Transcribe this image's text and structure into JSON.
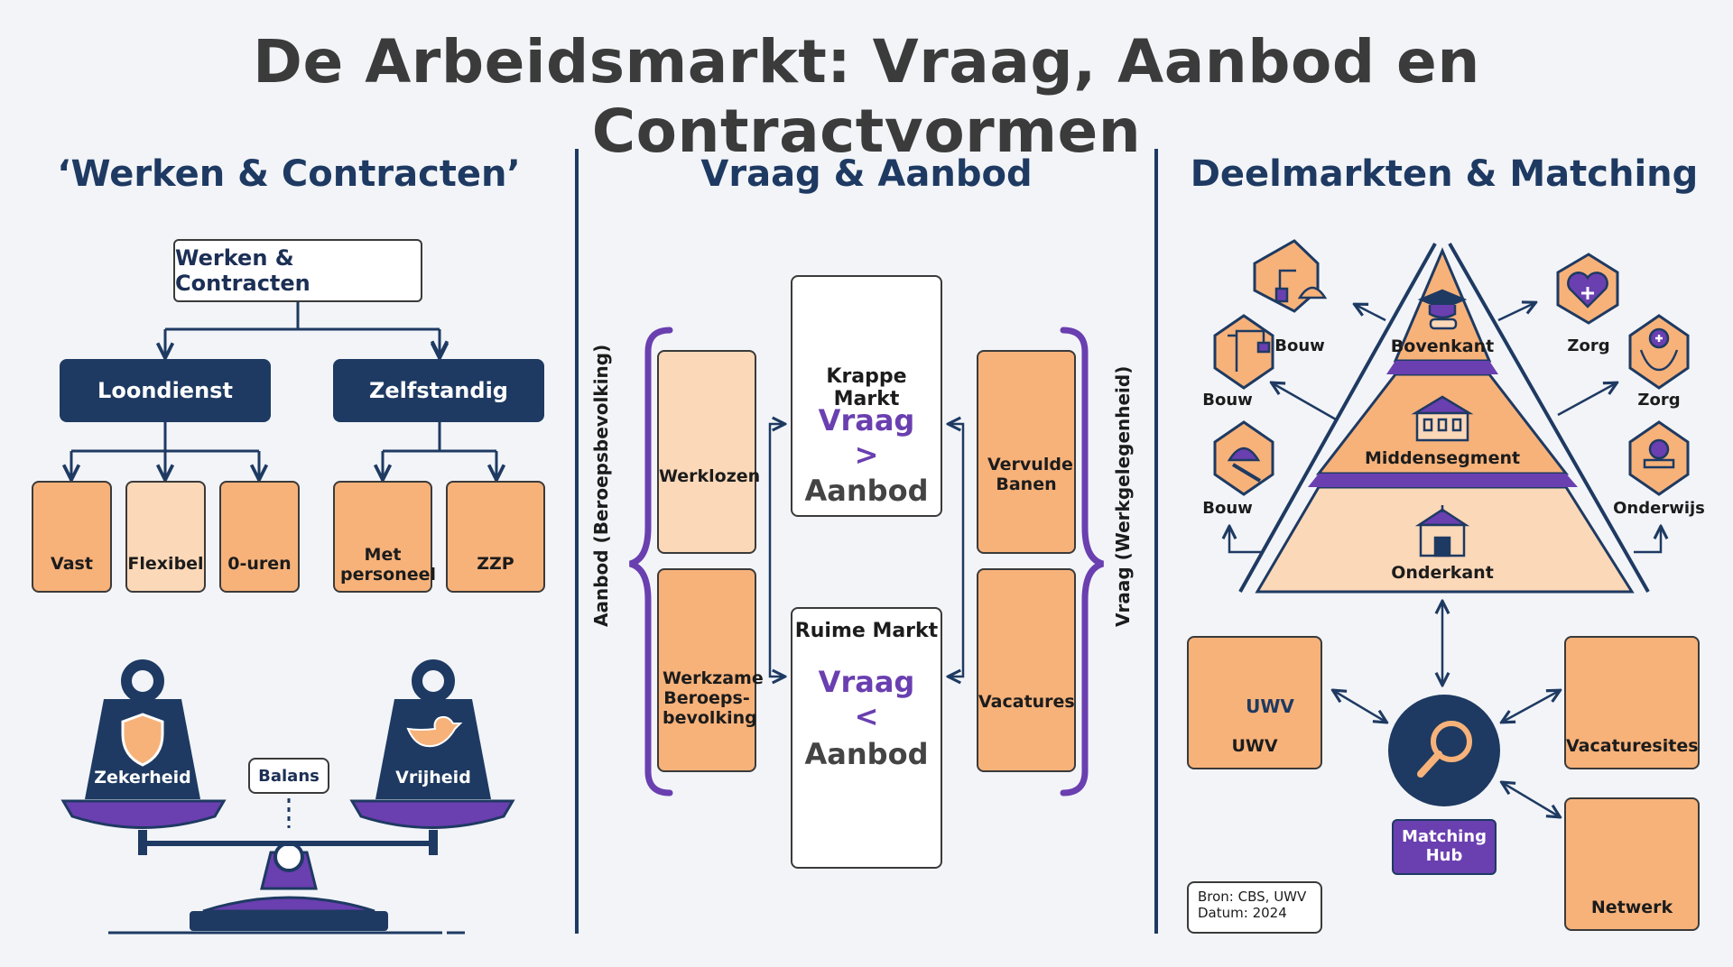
{
  "title": "De Arbeidsmarkt: Vraag, Aanbod en Contractvormen",
  "sections": {
    "left": "‘Werken & Contracten’",
    "middle": "Vraag & Aanbod",
    "right": "Deelmarkten & Matching"
  },
  "left": {
    "root": "Werken & Contracten",
    "branch1": "Loondienst",
    "branch2": "Zelfstandig",
    "leaves": [
      "Vast",
      "Flexibel",
      "0-uren",
      "Met personeel",
      "ZZP"
    ],
    "scale_left": "Zekerheid",
    "scale_right": "Vrijheid",
    "scale_center": "Balans"
  },
  "middle": {
    "supply_label": "Aanbod (Beroepsbevolking)",
    "demand_label": "Vraag (Werkgelegenheid)",
    "supply_items": [
      "Werklozen",
      "Werkzame Beroeps-bevolking"
    ],
    "demand_items": [
      "Vervulde Banen",
      "Vacatures"
    ],
    "tight": {
      "title": "Krappe Markt",
      "line1": "Vraag",
      "op": ">",
      "line2": "Aanbod"
    },
    "loose": {
      "title": "Ruime Markt",
      "line1": "Vraag",
      "op": "<",
      "line2": "Aanbod"
    }
  },
  "right": {
    "pyramid": [
      "Bovenkant",
      "Middensegment",
      "Onderkant"
    ],
    "left_hex": [
      "Bouw",
      "Bouw",
      "Bouw"
    ],
    "right_hex": [
      "Zorg",
      "Zorg",
      "Onderwijs"
    ],
    "uwv_logo": "UWV",
    "uwv": "UWV",
    "vacaturesites": "Vacaturesites",
    "netwerk": "Netwerk",
    "hub": "Matching Hub",
    "source_line1": "Bron: CBS, UWV",
    "source_line2": "Datum: 2024"
  },
  "colors": {
    "navy": "#1e3a62",
    "peach": "#f7b27a",
    "light_peach": "#fbd8b8",
    "purple": "#6a3fb0"
  }
}
